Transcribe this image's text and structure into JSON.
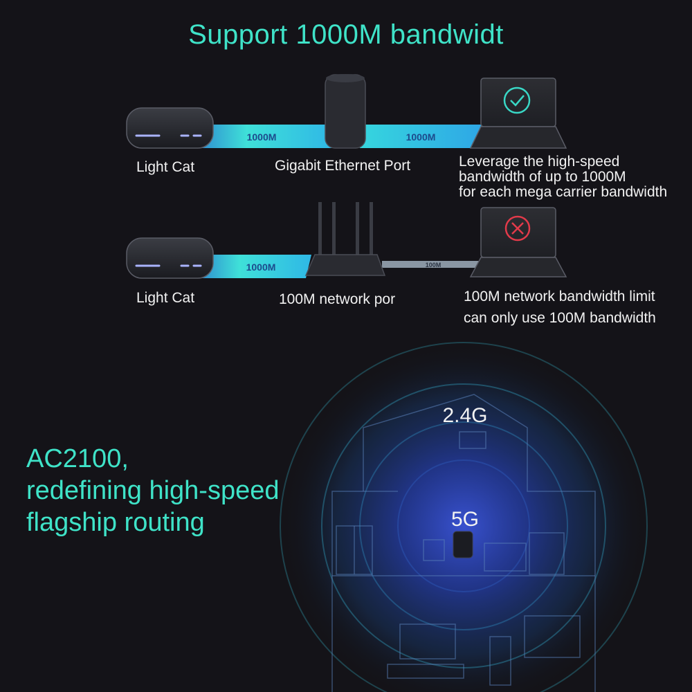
{
  "title": "Support 1000M bandwidt",
  "row1": {
    "device_label": "Light Cat",
    "link_left": "1000M",
    "router_label": "Gigabit Ethernet Port",
    "link_right": "1000M",
    "status_icon": "check-icon",
    "result_lines": [
      "Leverage the high-speed",
      "bandwidth of up to 1000M",
      "for each mega carrier bandwidth"
    ]
  },
  "row2": {
    "device_label": "Light Cat",
    "link_left": "1000M",
    "router_label": "100M network por",
    "link_right": "100M",
    "status_icon": "cross-icon",
    "result_lines": [
      "100M network bandwidth limit",
      "can only use 100M bandwidth"
    ]
  },
  "headline_lines": [
    "AC2100,",
    "redefining high-speed",
    "flagship routing"
  ],
  "coverage": {
    "outer_label": "2.4G",
    "inner_label": "5G"
  },
  "colors": {
    "accent": "#3fe3c8",
    "background": "#141318",
    "link": "#35d8d2",
    "ok": "#39d8c6",
    "fail": "#e23a4a"
  }
}
